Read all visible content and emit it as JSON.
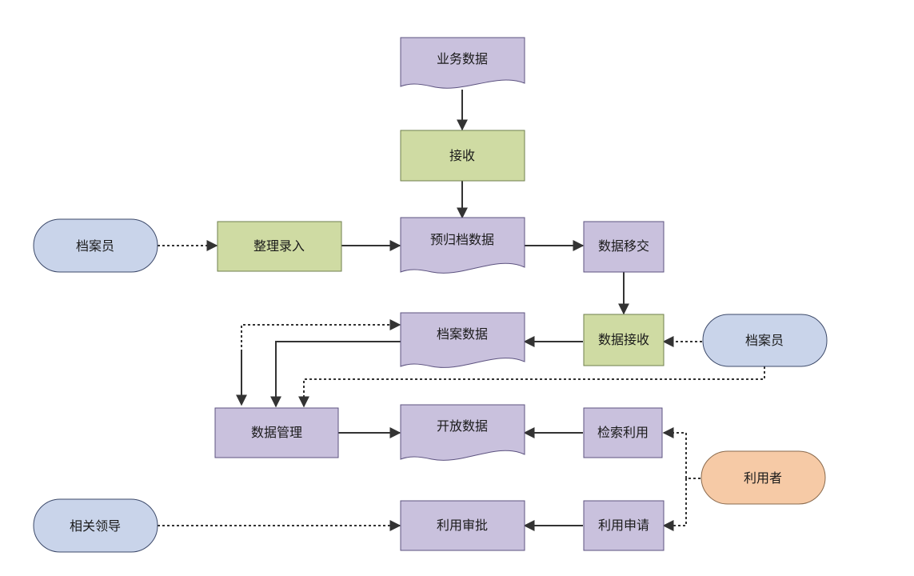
{
  "diagram": {
    "colors": {
      "process_fill": "#cfdba3",
      "process_stroke": "#6f7f4e",
      "data_fill": "#c9c1dd",
      "data_stroke": "#5d5380",
      "actor_fill": "#c9d4ea",
      "actor_stroke": "#3d4a6a",
      "user_fill": "#f6caa6",
      "user_stroke": "#8a6a4d",
      "line": "#333333"
    },
    "nodes": {
      "business_data": "业务数据",
      "receive": "接收",
      "organize_input": "整理录入",
      "archivist_top": "档案员",
      "pre_archive_data": "预归档数据",
      "data_transfer": "数据移交",
      "data_receive": "数据接收",
      "archivist_right": "档案员",
      "archive_data": "档案数据",
      "data_management": "数据管理",
      "open_data": "开放数据",
      "search_use": "检索利用",
      "user": "利用者",
      "use_application": "利用申请",
      "use_approval": "利用审批",
      "related_leader": "相关领导"
    }
  }
}
